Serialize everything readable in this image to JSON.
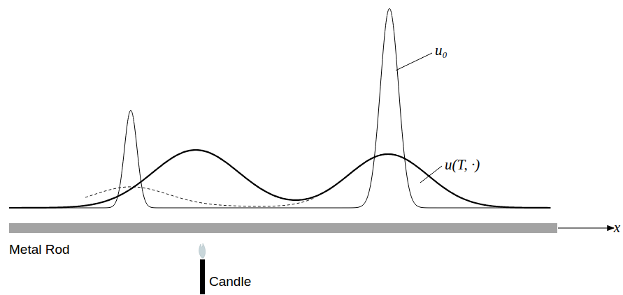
{
  "diagram": {
    "labels": [
      "u₀",
      "u(T, ·)",
      "Metal Rod",
      "Candle",
      "x"
    ]
  }
}
